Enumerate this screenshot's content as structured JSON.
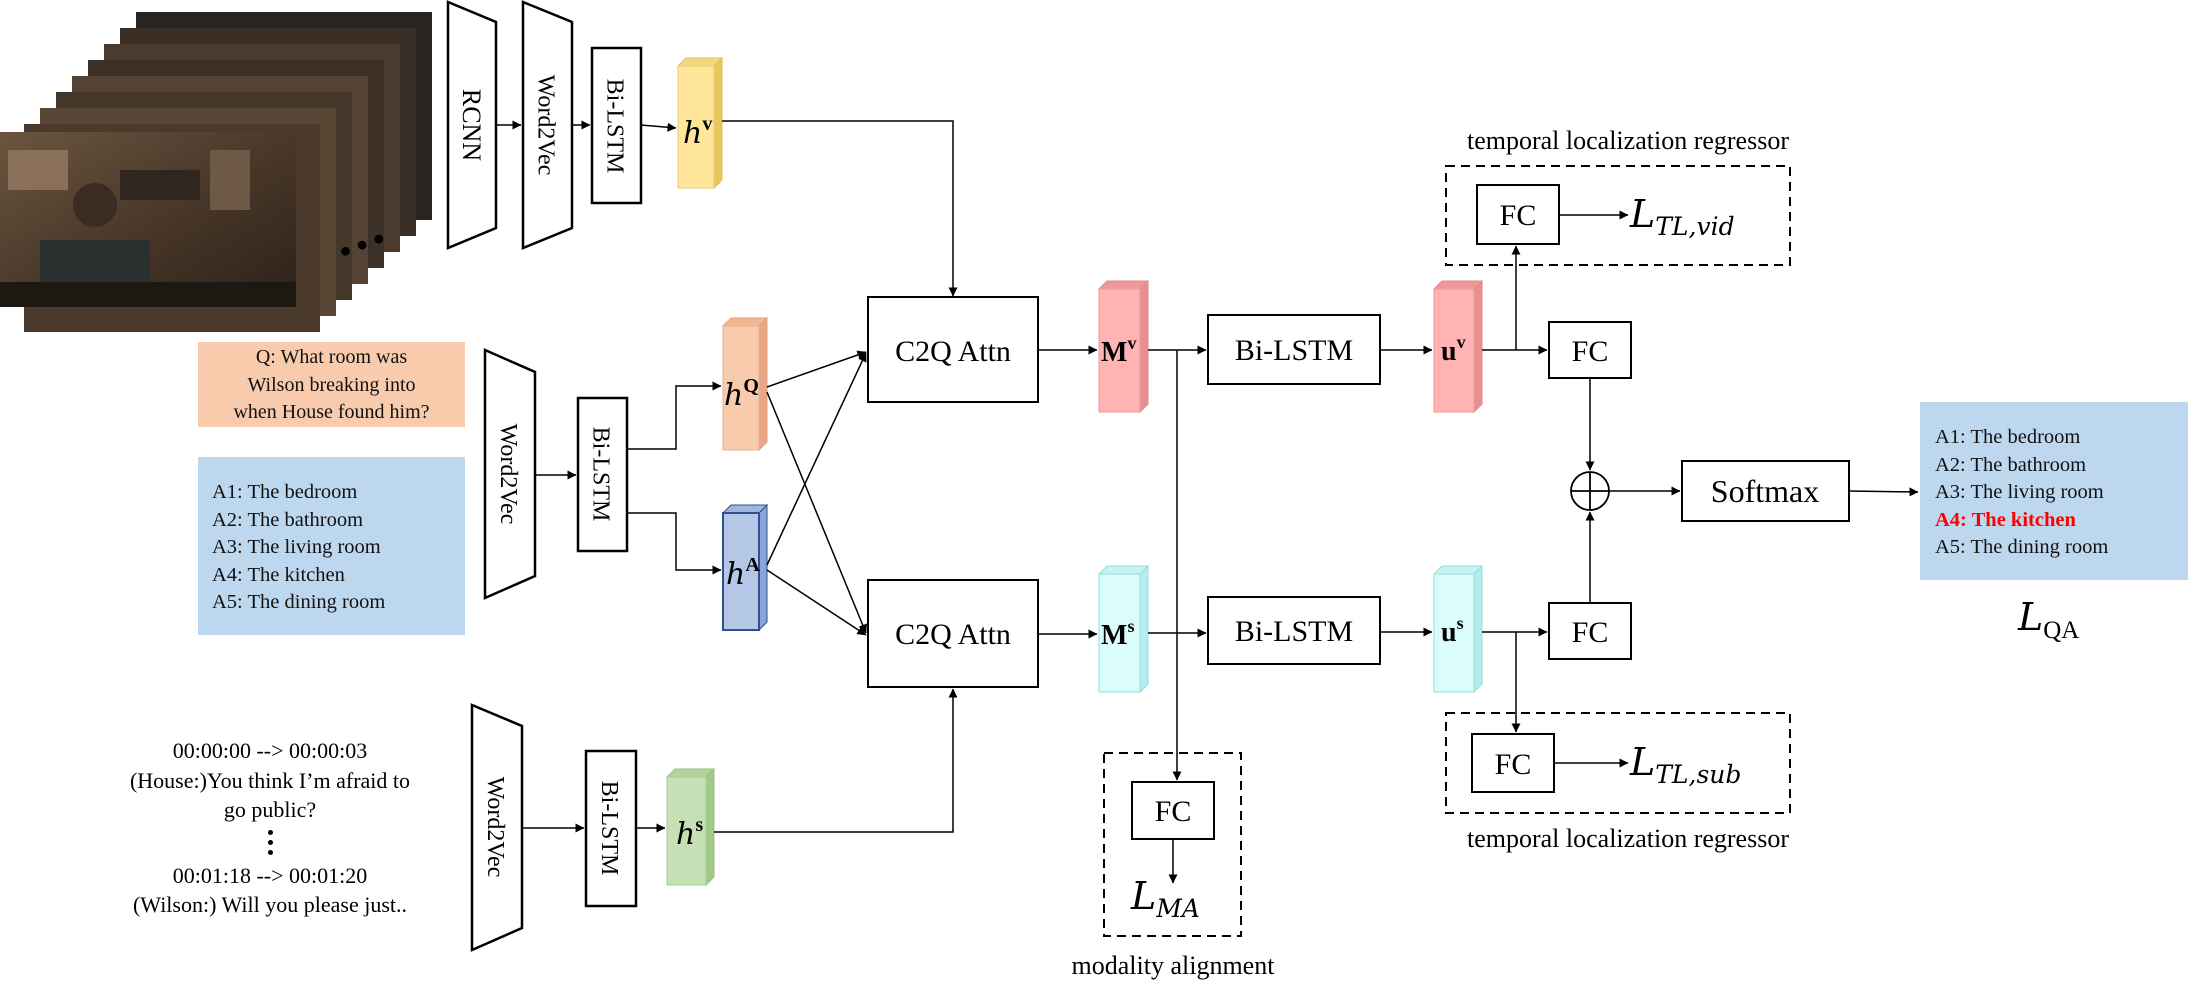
{
  "video_frames": {
    "ellipsis": "•••"
  },
  "video_pipeline": {
    "rcnn": "RCNN",
    "word2vec": "Word2Vec",
    "bilstm": "Bi-LSTM",
    "h_base": "h",
    "h_sup": "v"
  },
  "qa_pipeline": {
    "word2vec": "Word2Vec",
    "bilstm": "Bi-LSTM",
    "hq_base": "h",
    "hq_sup": "Q",
    "ha_base": "h",
    "ha_sup": "A"
  },
  "sub_pipeline": {
    "word2vec": "Word2Vec",
    "bilstm": "Bi-LSTM",
    "h_base": "h",
    "h_sup": "s"
  },
  "question": {
    "line1": "Q: What room was",
    "line2": "Wilson breaking into",
    "line3": "when House found him?"
  },
  "answers": [
    "A1: The bedroom",
    "A2: The bathroom",
    "A3: The living room",
    "A4: The kitchen",
    "A5: The dining room"
  ],
  "output_answers": [
    "A1: The bedroom",
    "A2: The bathroom",
    "A3: The living room",
    "A4: The kitchen",
    "A5: The dining room"
  ],
  "subtitles": {
    "t1": "00:00:00 --> 00:00:03",
    "line1": "(House:)You think I’m afraid to",
    "line2": "go public?",
    "t2": "00:01:18 --> 00:01:20",
    "line3": "(Wilson:) Will you please just.."
  },
  "attention": {
    "c2q_top": "C2Q Attn",
    "c2q_bottom": "C2Q Attn"
  },
  "memory": {
    "mv_base": "M",
    "mv_sup": "v",
    "ms_base": "M",
    "ms_sup": "s"
  },
  "lstm": {
    "top": "Bi-LSTM",
    "bottom": "Bi-LSTM"
  },
  "u": {
    "uv_base": "u",
    "uv_sup": "v",
    "us_base": "u",
    "us_sup": "s"
  },
  "fc": {
    "tl_top": "FC",
    "main_top": "FC",
    "main_bottom": "FC",
    "tl_bottom": "FC",
    "ma": "FC"
  },
  "softmax": "Softmax",
  "losses": {
    "tl_vid_base": "L",
    "tl_vid_sub": "TL,vid",
    "tl_sub_base": "L",
    "tl_sub_sub": "TL,sub",
    "ma_base": "L",
    "ma_sub": "MA",
    "qa_base": "L",
    "qa_sub": "QA"
  },
  "captions": {
    "tl_top": "temporal localization regressor",
    "tl_bottom": "temporal localization regressor",
    "ma": "modality alignment"
  },
  "colors": {
    "hv": "#ffe699",
    "hq": "#f8cbad",
    "ha": "#b4c7e7",
    "hs": "#c5e0b4",
    "mv": "#ffb3b3",
    "ms": "#dcfbfb",
    "question_bg": "#f8cbad",
    "answers_bg": "#bdd7ee",
    "correct": "#ff0000"
  }
}
